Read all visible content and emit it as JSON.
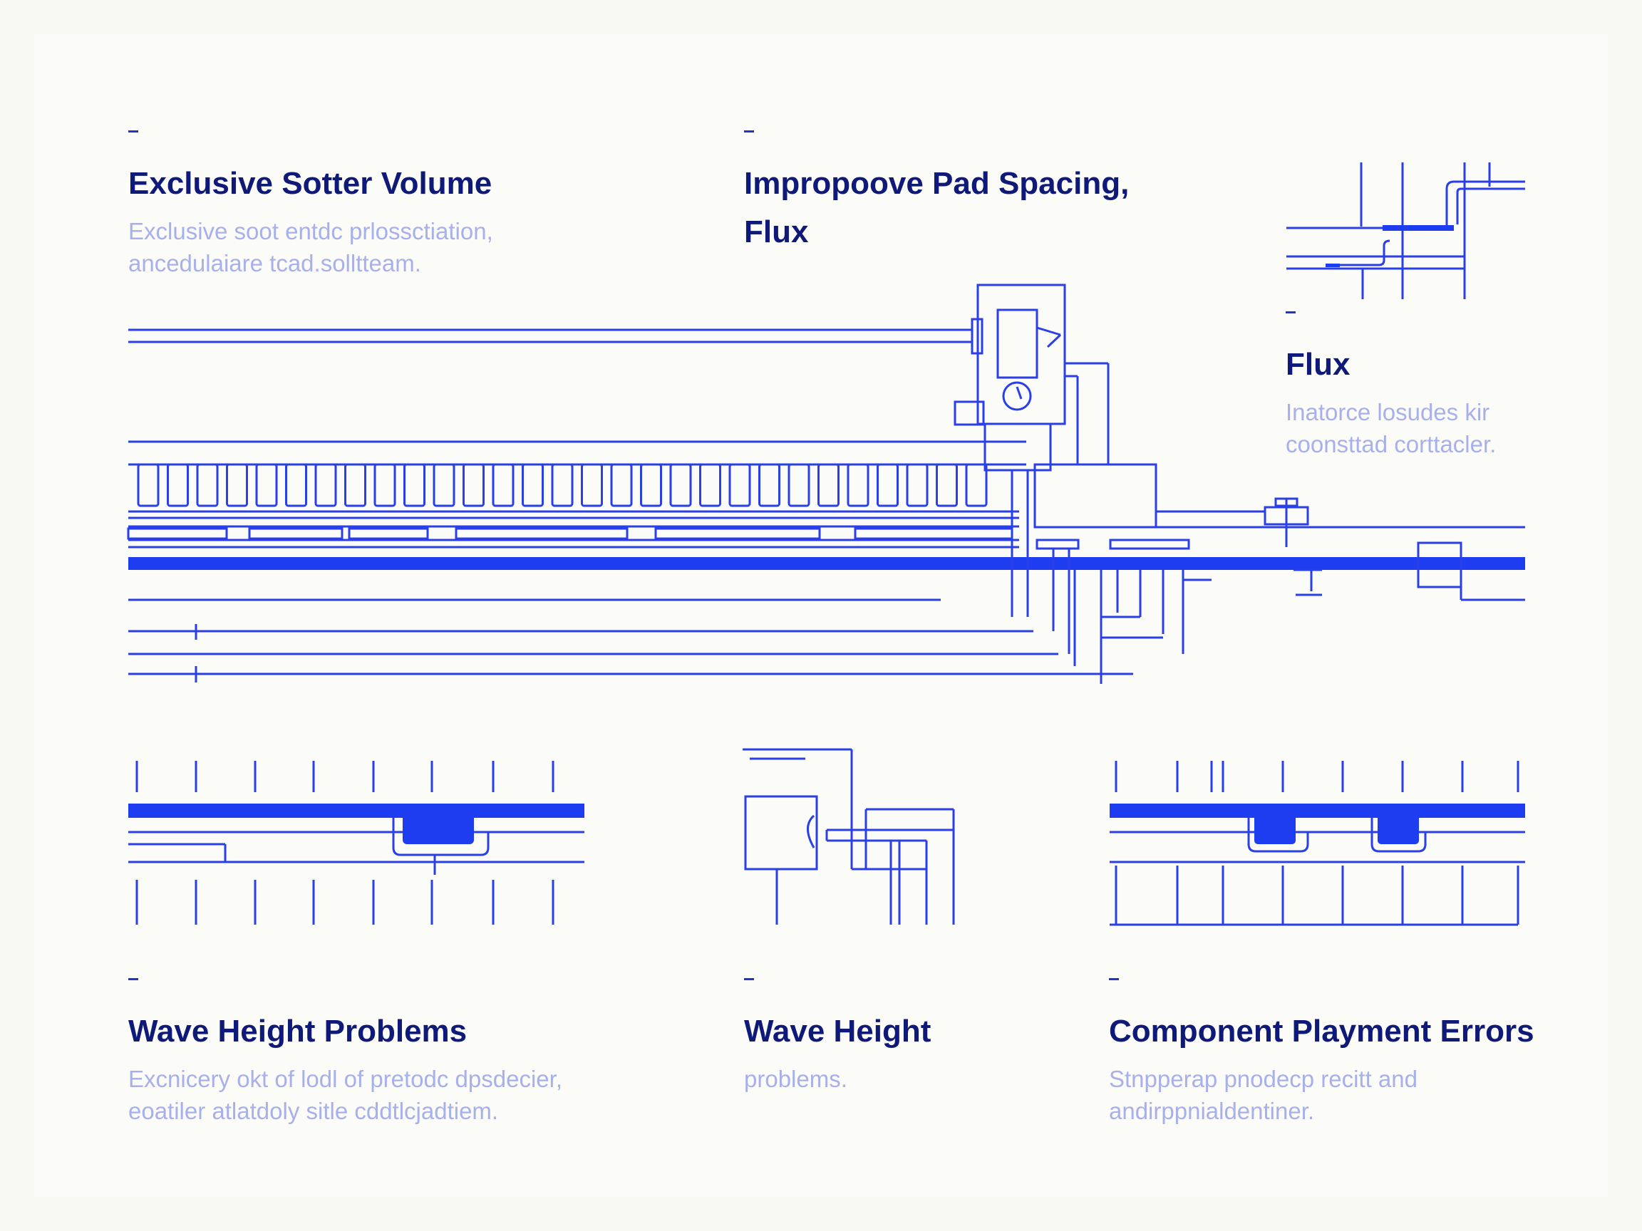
{
  "colors": {
    "accent": "#1f3df0",
    "line": "#2a3fe8",
    "title": "#0f1a78",
    "muted": "#a8b0ec",
    "background": "#fbfbf8"
  },
  "sections": {
    "solder_volume": {
      "title": "Exclusive Sotter Volume",
      "desc": [
        "Exclusive soot entdc prlossctiation,",
        "ancedulaiare tcad.solltteam."
      ]
    },
    "pad_spacing": {
      "title_lines": [
        "Impropoove Pad Spacing,",
        "Flux"
      ]
    },
    "flux": {
      "title": "Flux",
      "desc": [
        "Inatorce losudes kir",
        "coonsttad corttacler."
      ]
    },
    "wave_height_problems": {
      "title": "Wave Height Problems",
      "desc": [
        "Excnicery okt of lodl of pretodc dpsdecier,",
        "eoatiler atlatdoly sitle cddtlcjadtiem."
      ]
    },
    "wave_height": {
      "title": "Wave Height",
      "desc": [
        "problems."
      ]
    },
    "placement_errors": {
      "title": "Component Playment Errors",
      "desc": [
        "Stnpperap pnodecp recitt and",
        "andirppnialdentiner."
      ]
    }
  }
}
